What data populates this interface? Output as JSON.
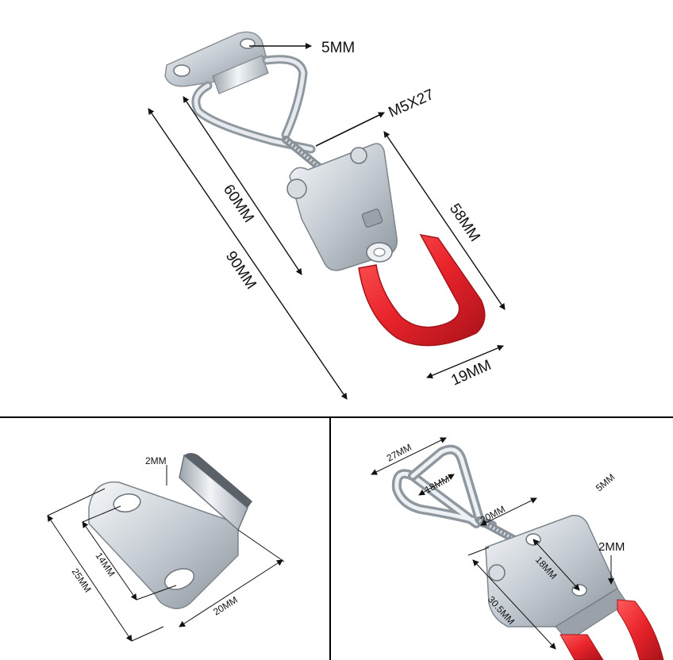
{
  "colors": {
    "metal_light": "#eef1f4",
    "metal_mid": "#b9c0c7",
    "metal_dark": "#7d858d",
    "handle_red": "#e8232a",
    "handle_shadow": "#b5151b",
    "line": "#111111",
    "divider": "#000000"
  },
  "top_panel": {
    "labels": {
      "hole": "5MM",
      "bolt": "M5X27",
      "length_60": "60MM",
      "length_90": "90MM",
      "length_58": "58MM",
      "width_19": "19MM"
    }
  },
  "bottom_left_panel": {
    "labels": {
      "thickness": "2MM",
      "hole_spacing": "14MM",
      "height": "25MM",
      "width": "20MM"
    }
  },
  "bottom_right_panel": {
    "labels": {
      "loop_outer": "27MM",
      "loop_inner": "18MM",
      "bolt_len": "20MM",
      "hole": "5MM",
      "thickness": "2MM",
      "slot": "18MM",
      "base": "30.5MM"
    }
  }
}
